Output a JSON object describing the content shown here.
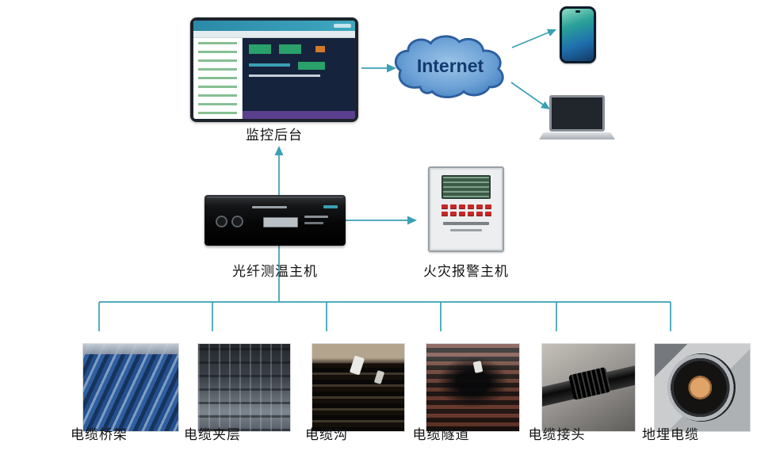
{
  "diagram": {
    "nodes": {
      "monitor": {
        "label": "监控后台"
      },
      "internet": {
        "label": "Internet"
      },
      "host": {
        "label": "光纤测温主机"
      },
      "fire_alarm": {
        "label": "火灾报警主机"
      }
    },
    "sources": [
      {
        "id": "cable-tray",
        "label": "电缆桥架"
      },
      {
        "id": "cable-mezzanine",
        "label": "电缆夹层"
      },
      {
        "id": "cable-trench",
        "label": "电缆沟"
      },
      {
        "id": "cable-tunnel",
        "label": "电缆隧道"
      },
      {
        "id": "cable-joint",
        "label": "电缆接头"
      },
      {
        "id": "buried-cable",
        "label": "地埋电缆"
      }
    ],
    "colors": {
      "connector": "#3aa0b4",
      "cloud_fill_light": "#9cc4e8",
      "cloud_fill_dark": "#3f7cc0",
      "cloud_stroke": "#2b5f9e",
      "cloud_text": "#123a6e"
    }
  }
}
